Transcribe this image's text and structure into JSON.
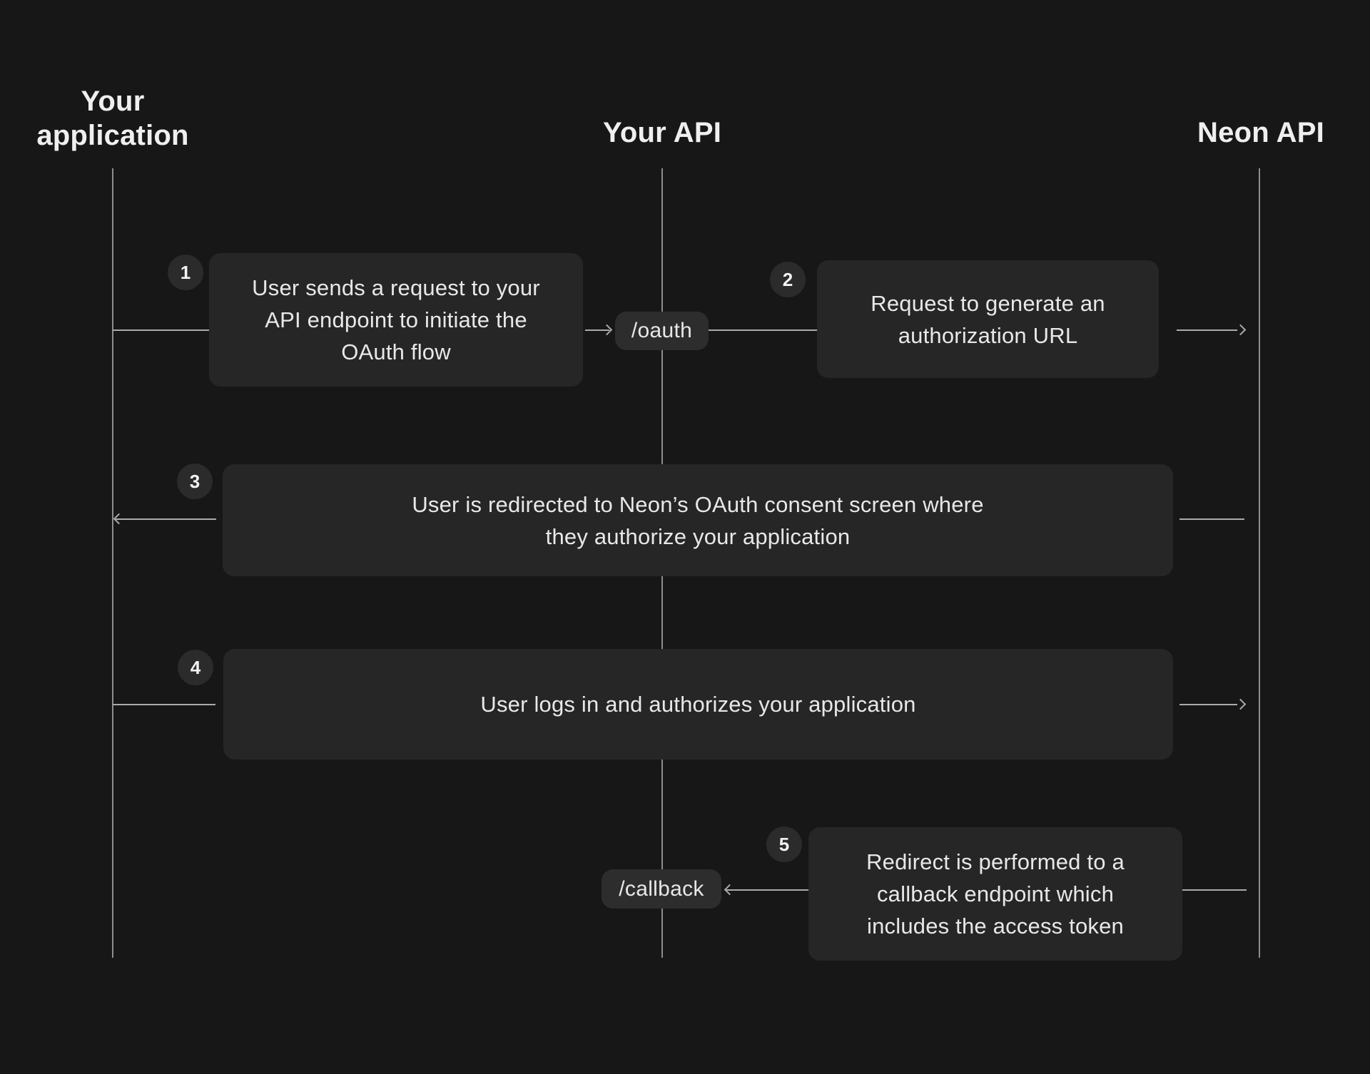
{
  "diagram": {
    "lanes": [
      {
        "id": "your-application",
        "label": "Your application"
      },
      {
        "id": "your-api",
        "label": "Your API"
      },
      {
        "id": "neon-api",
        "label": "Neon API"
      }
    ],
    "steps": [
      {
        "num": "1",
        "text": "User sends a request to your API endpoint to initiate the OAuth flow",
        "lines": [
          "User sends a request to your",
          "API endpoint to initiate the",
          "OAuth flow"
        ]
      },
      {
        "num": "2",
        "text": "Request to generate an authorization URL",
        "lines": [
          "Request to generate an",
          "authorization URL"
        ]
      },
      {
        "num": "3",
        "text": "User is redirected to Neon’s OAuth consent screen where they authorize your application",
        "lines": [
          "User is redirected to Neon’s OAuth consent screen where",
          "they authorize your application"
        ]
      },
      {
        "num": "4",
        "text": "User logs in and authorizes your application",
        "lines": [
          "User logs in and authorizes your application"
        ]
      },
      {
        "num": "5",
        "text": "Redirect is performed to a callback endpoint which includes the access token",
        "lines": [
          "Redirect is performed to a",
          "callback endpoint which",
          "includes the access token"
        ]
      }
    ],
    "endpoints": {
      "oauth": "/oauth",
      "callback": "/callback"
    },
    "colors": {
      "background": "#171717",
      "box": "#262626",
      "badge": "#2d2d2d",
      "circle": "#2b2b2b",
      "text": "#e8e8e8",
      "heading": "#efefef",
      "lifeline": "#8d8d8d",
      "arrow": "#ababab"
    }
  }
}
